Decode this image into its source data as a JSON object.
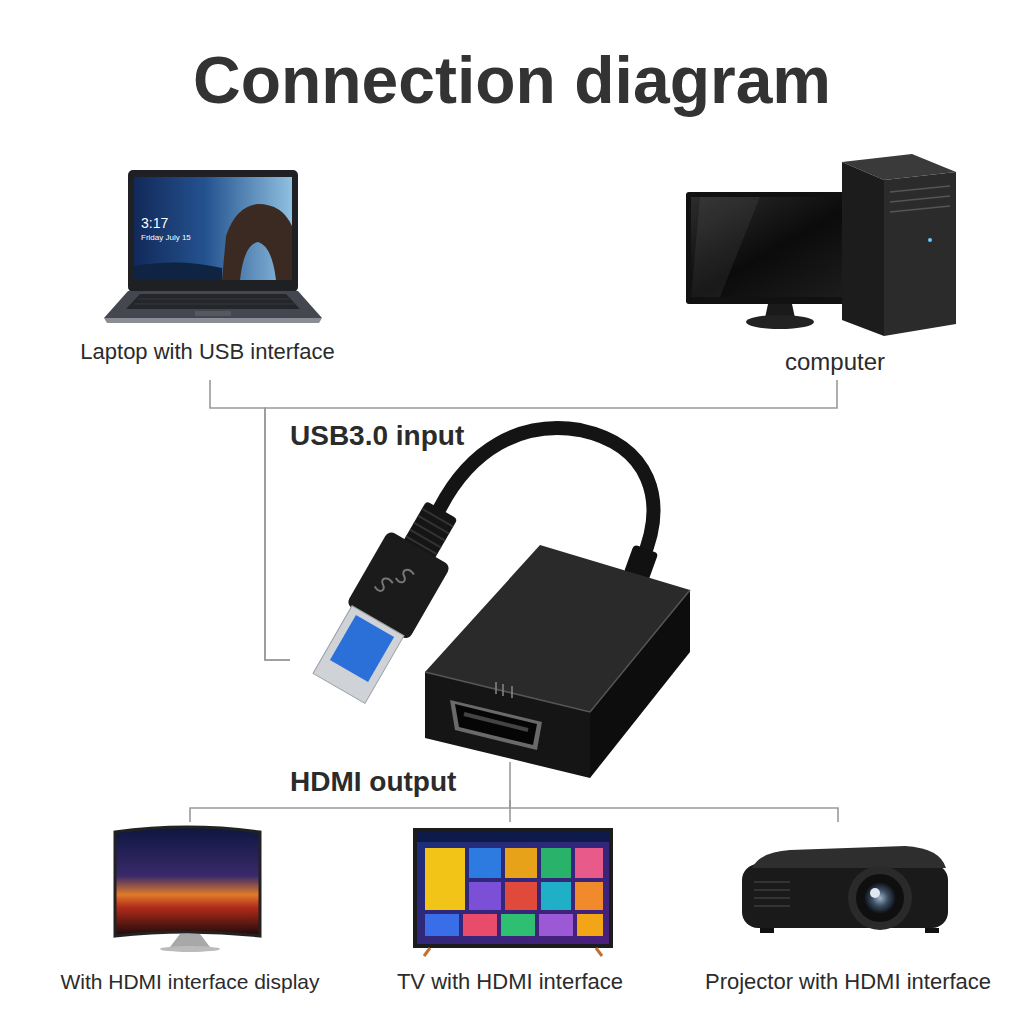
{
  "diagram": {
    "title": "Connection diagram",
    "nodes": [
      {
        "text": [
          "Laptop with USB interface"
        ]
      },
      {
        "text": [
          "computer"
        ]
      },
      {
        "text": [
          "USB3.0 input",
          "HDMI output"
        ]
      },
      {
        "text": [
          "With HDMI interface display"
        ]
      },
      {
        "text": [
          "TV with HDMI interface"
        ]
      },
      {
        "text": [
          "Projector with HDMI interface"
        ]
      }
    ],
    "edges": [
      {
        "from": 0,
        "to": 2,
        "arrow": "none"
      },
      {
        "from": 1,
        "to": 2,
        "arrow": "none"
      },
      {
        "from": 2,
        "to": 3,
        "arrow": "none"
      },
      {
        "from": 2,
        "to": 4,
        "arrow": "none"
      },
      {
        "from": 2,
        "to": 5,
        "arrow": "none"
      }
    ],
    "labels": [
      "3:17",
      "Friday July 15"
    ]
  }
}
